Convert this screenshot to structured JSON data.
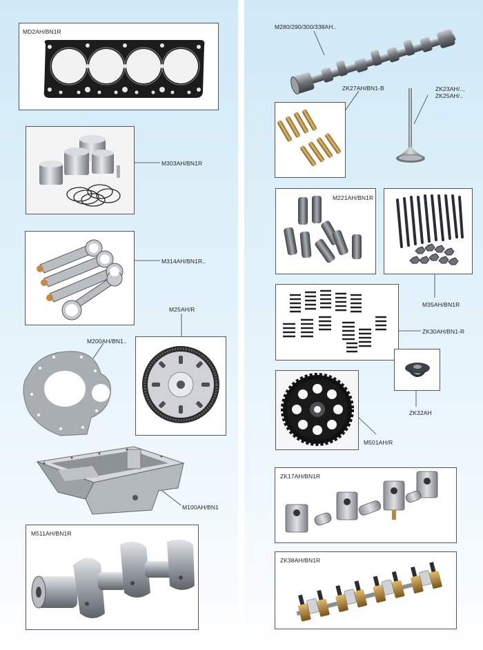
{
  "parts": {
    "md2": "MD2AH/BN1R",
    "m303": "M303AH/BN1R",
    "m314": "M314AH/BN1R..",
    "m25": "M25AH/R",
    "m200": "M200AH/BN1..",
    "m100": "M100AH/BN1",
    "m511": "M511AH/BN1R",
    "m280": "M280/290/300/338AH..",
    "zk27": "ZK27AH/BN1-B",
    "zk23_line1": "ZK23AH/..,",
    "zk23_line2": "ZK25AH/..",
    "m221": "M221AH/BN1R",
    "m35": "M35AH/BN1R",
    "zk30": "ZK30AH/BN1-R",
    "zk32": "ZK32AH",
    "m501": "M501AH/R",
    "zk17": "ZK17AH/BN1R",
    "zk38": "ZK38AH/BN1R"
  },
  "colors": {
    "background_top": "#cfe9f6",
    "steel": "#9aa0a6",
    "dark_steel": "#3d4247",
    "brass": "#b8893a",
    "gasket": "#1c1c1c"
  }
}
